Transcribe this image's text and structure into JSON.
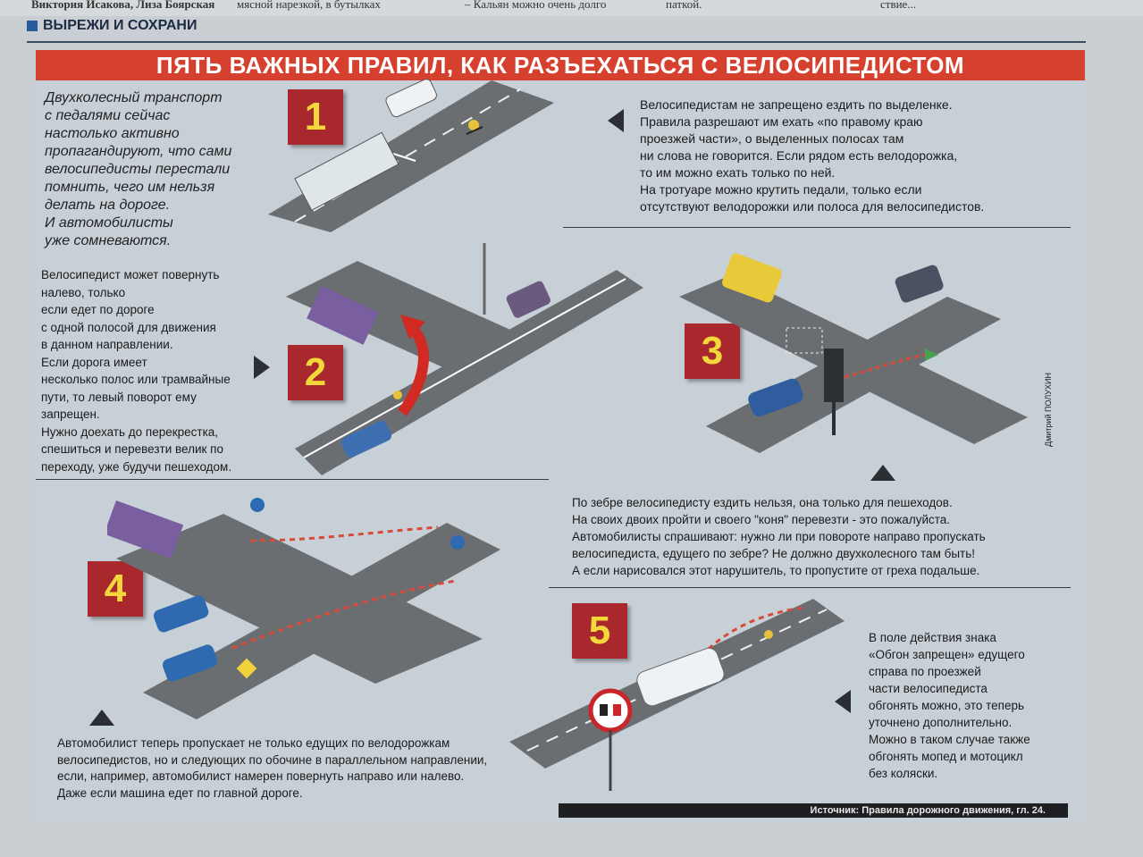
{
  "header_strip": [
    "Виктория Исакова, Лиза Боярская",
    "мясной нарезкой, в бутылках",
    "– Кальян можно очень долго",
    "паткой.",
    "ствие..."
  ],
  "section_label": "ВЫРЕЖИ И СОХРАНИ",
  "banner_title": "ПЯТЬ ВАЖНЫХ ПРАВИЛ, КАК РАЗЪЕХАТЬСЯ С ВЕЛОСИПЕДИСТОМ",
  "intro": "Двухколесный транспорт\nс педалями сейчас\nнастолько активно\nпропагандируют, что сами\nвелосипедисты перестали\nпомнить, чего им нельзя\nделать на дороге.\nИ автомобилисты\nуже сомневаются.",
  "rules": [
    {
      "number": "1",
      "text": "Велосипедистам не запрещено ездить по выделенке.\nПравила разрешают им ехать «по правому краю\nпроезжей части», о выделенных полосах там\nни слова не говорится. Если рядом есть велодорожка,\nто им можно ехать только по ней.\nНа тротуаре можно крутить педали, только если\nотсутствуют велодорожки или полоса для велосипедистов."
    },
    {
      "number": "2",
      "text": "Велосипедист может повернуть\nналево, только\nесли едет по дороге\nс одной полосой для движения\nв данном направлении.\nЕсли дорога имеет\nнесколько полос или трамвайные\nпути, то левый поворот ему\nзапрещен.\nНужно доехать до перекрестка,\nспешиться и перевезти велик по\nпереходу, уже будучи пешеходом."
    },
    {
      "number": "3",
      "text": "По зебре велосипедисту ездить нельзя, она только для пешеходов.\nНа своих двоих пройти и своего \"коня\" перевезти - это пожалуйста.\nАвтомобилисты спрашивают: нужно ли при повороте направо пропускать\nвелосипедиста, едущего по зебре? Не должно двухколесного там быть!\nА если нарисовался этот нарушитель, то пропустите от греха подальше."
    },
    {
      "number": "4",
      "text": "Автомобилист теперь пропускает не только едущих по велодорожкам\nвелосипедистов, но и следующих по обочине в параллельном направлении,\nесли, например, автомобилист намерен повернуть направо или налево.\nДаже если машина едет по главной дороге."
    },
    {
      "number": "5",
      "text": "В поле действия знака\n«Обгон запрещен» едущего\nсправа по проезжей\nчасти велосипедиста\nобгонять можно, это теперь\nуточнено дополнительно.\nМожно в таком случае также\nобгонять мопед и мотоцикл\nбез коляски."
    }
  ],
  "credit": "Дмитрий ПОЛУХИН",
  "source": "Источник: Правила дорожного движения, гл. 24.",
  "colors": {
    "banner": "#d6402f",
    "number_bg": "#a8282d",
    "number_fg": "#f2d83a",
    "road": "#6b6e70"
  }
}
